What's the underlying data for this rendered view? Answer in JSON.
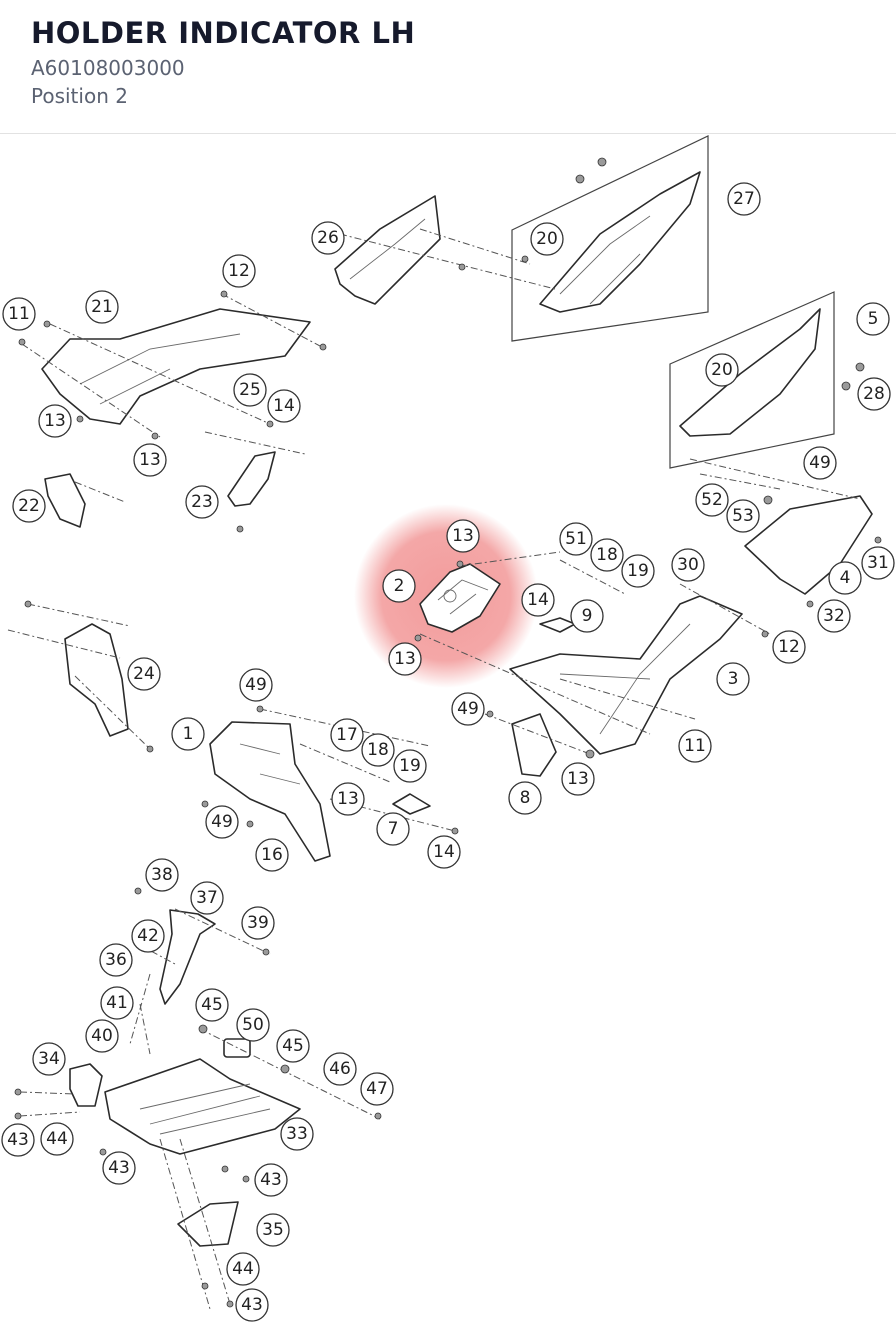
{
  "header": {
    "title": "HOLDER INDICATOR LH",
    "part_number": "A60108003000",
    "position": "Position 2"
  },
  "diagram": {
    "highlight_color": "#f08a8a",
    "highlighted_label": "2",
    "callouts": [
      "27",
      "26",
      "20",
      "12",
      "11",
      "21",
      "5",
      "20",
      "28",
      "25",
      "14",
      "13",
      "13",
      "49",
      "22",
      "23",
      "52",
      "53",
      "13",
      "51",
      "18",
      "19",
      "30",
      "2",
      "14",
      "9",
      "31",
      "4",
      "32",
      "13",
      "24",
      "12",
      "3",
      "49",
      "1",
      "17",
      "18",
      "19",
      "49",
      "11",
      "13",
      "8",
      "13",
      "7",
      "49",
      "14",
      "16",
      "38",
      "37",
      "39",
      "42",
      "36",
      "41",
      "45",
      "40",
      "50",
      "45",
      "46",
      "34",
      "47",
      "33",
      "43",
      "44",
      "43",
      "43",
      "35",
      "44",
      "43"
    ]
  }
}
